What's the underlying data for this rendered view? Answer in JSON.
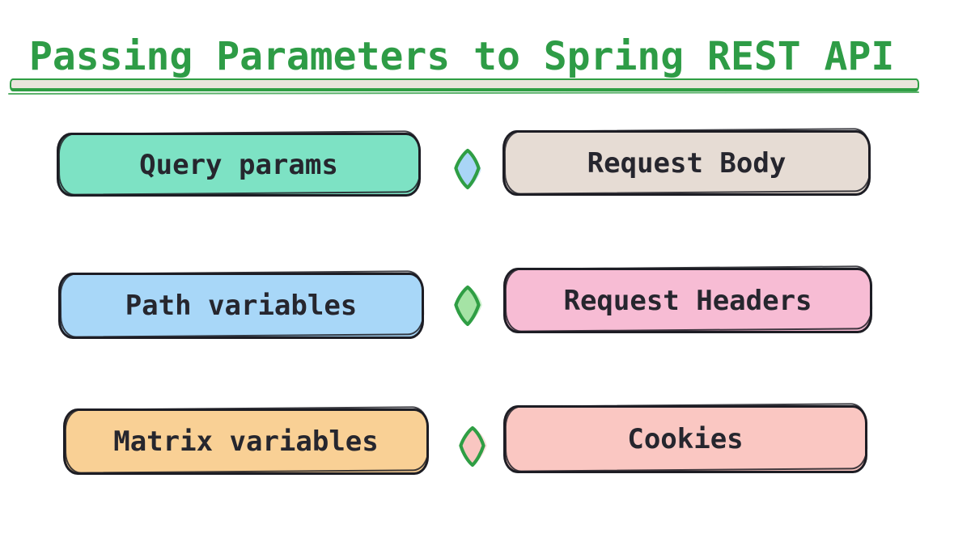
{
  "title": {
    "text": "Passing Parameters to Spring REST API",
    "color": "#2e9c46"
  },
  "rule": {
    "fill": "#eae5dc",
    "stroke": "#2f9e44"
  },
  "rows": [
    {
      "left": {
        "label": "Query params",
        "fill": "#7de2c4"
      },
      "diamond": {
        "name": "blue-diamond",
        "fill": "#a9d5f6"
      },
      "right": {
        "label": "Request Body",
        "fill": "#e6dcd4"
      }
    },
    {
      "left": {
        "label": "Path variables",
        "fill": "#a8d7f8"
      },
      "diamond": {
        "name": "green-diamond",
        "fill": "#a5e3a5"
      },
      "right": {
        "label": "Request Headers",
        "fill": "#f7bcd4"
      }
    },
    {
      "left": {
        "label": "Matrix variables",
        "fill": "#f9d095"
      },
      "diamond": {
        "name": "pink-diamond",
        "fill": "#f9c6c1"
      },
      "right": {
        "label": "Cookies",
        "fill": "#fac7c2"
      }
    }
  ]
}
